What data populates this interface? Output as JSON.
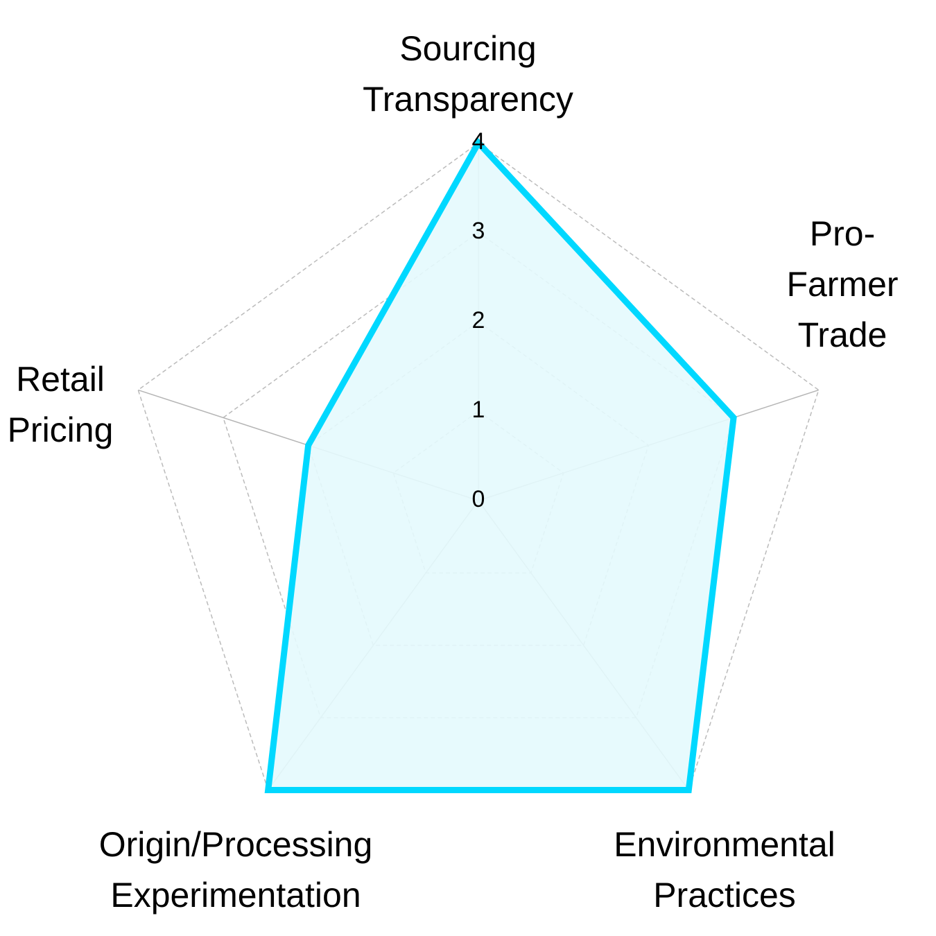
{
  "chart_data": {
    "type": "radar",
    "axes": [
      {
        "label": [
          "Sourcing",
          "Transparency"
        ],
        "value": 4
      },
      {
        "label": [
          "Pro-",
          "Farmer",
          "Trade"
        ],
        "value": 3
      },
      {
        "label": [
          "Environmental",
          "Practices"
        ],
        "value": 4
      },
      {
        "label": [
          "Origin/Processing",
          "Experimentation"
        ],
        "value": 4
      },
      {
        "label": [
          "Retail",
          "Pricing"
        ],
        "value": 2
      }
    ],
    "rlim": [
      0,
      4
    ],
    "ticks": [
      "0",
      "1",
      "2",
      "3",
      "4"
    ],
    "grid": true,
    "colors": {
      "stroke": "#00d8ff",
      "fill": "#e4f9fd",
      "grid": "#bbbbbb",
      "spoke": "#b5b5b5"
    }
  }
}
